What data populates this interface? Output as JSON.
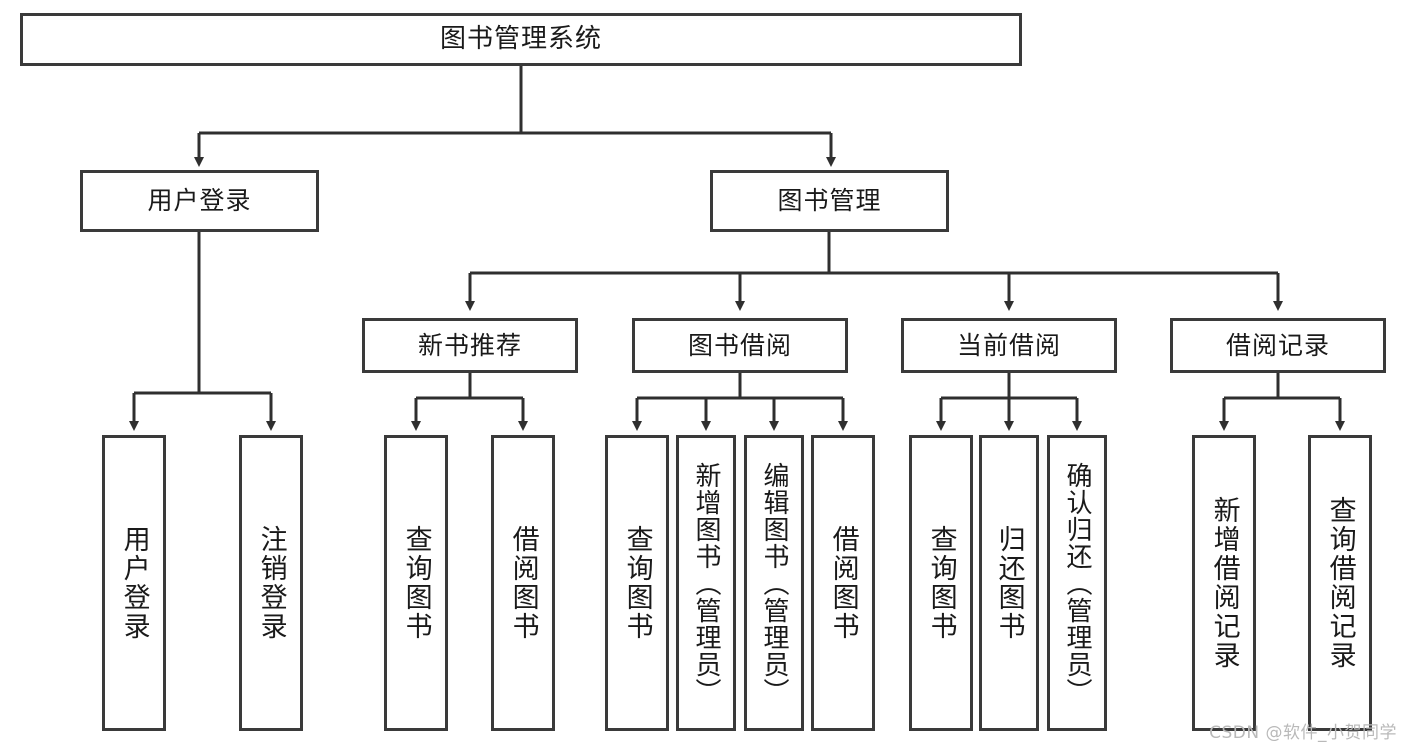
{
  "diagram": {
    "title": "图书管理系统",
    "type": "hierarchy-tree",
    "watermark": "CSDN @软件_小贺同学",
    "colors": {
      "box_border": "#3a3a3a",
      "box_fill": "#ffffff",
      "connector": "#2f2f2f",
      "text": "#1a1a1a",
      "watermark": "#b9b9b9"
    },
    "root": {
      "label": "图书管理系统"
    },
    "level2": [
      {
        "label": "用户登录"
      },
      {
        "label": "图书管理"
      }
    ],
    "level3": [
      {
        "label": "新书推荐"
      },
      {
        "label": "图书借阅"
      },
      {
        "label": "当前借阅"
      },
      {
        "label": "借阅记录"
      }
    ],
    "leaves": {
      "user_login": [
        {
          "label": "用户登录"
        },
        {
          "label": "注销登录"
        }
      ],
      "new_book": [
        {
          "label": "查询图书"
        },
        {
          "label": "借阅图书"
        }
      ],
      "book_borrow": [
        {
          "label": "查询图书"
        },
        {
          "label": "新增图书（管理员）"
        },
        {
          "label": "编辑图书（管理员）"
        },
        {
          "label": "借阅图书"
        }
      ],
      "current_borrow": [
        {
          "label": "查询图书"
        },
        {
          "label": "归还图书"
        },
        {
          "label": "确认归还（管理员）"
        }
      ],
      "borrow_record": [
        {
          "label": "新增借阅记录"
        },
        {
          "label": "查询借阅记录"
        }
      ]
    }
  }
}
